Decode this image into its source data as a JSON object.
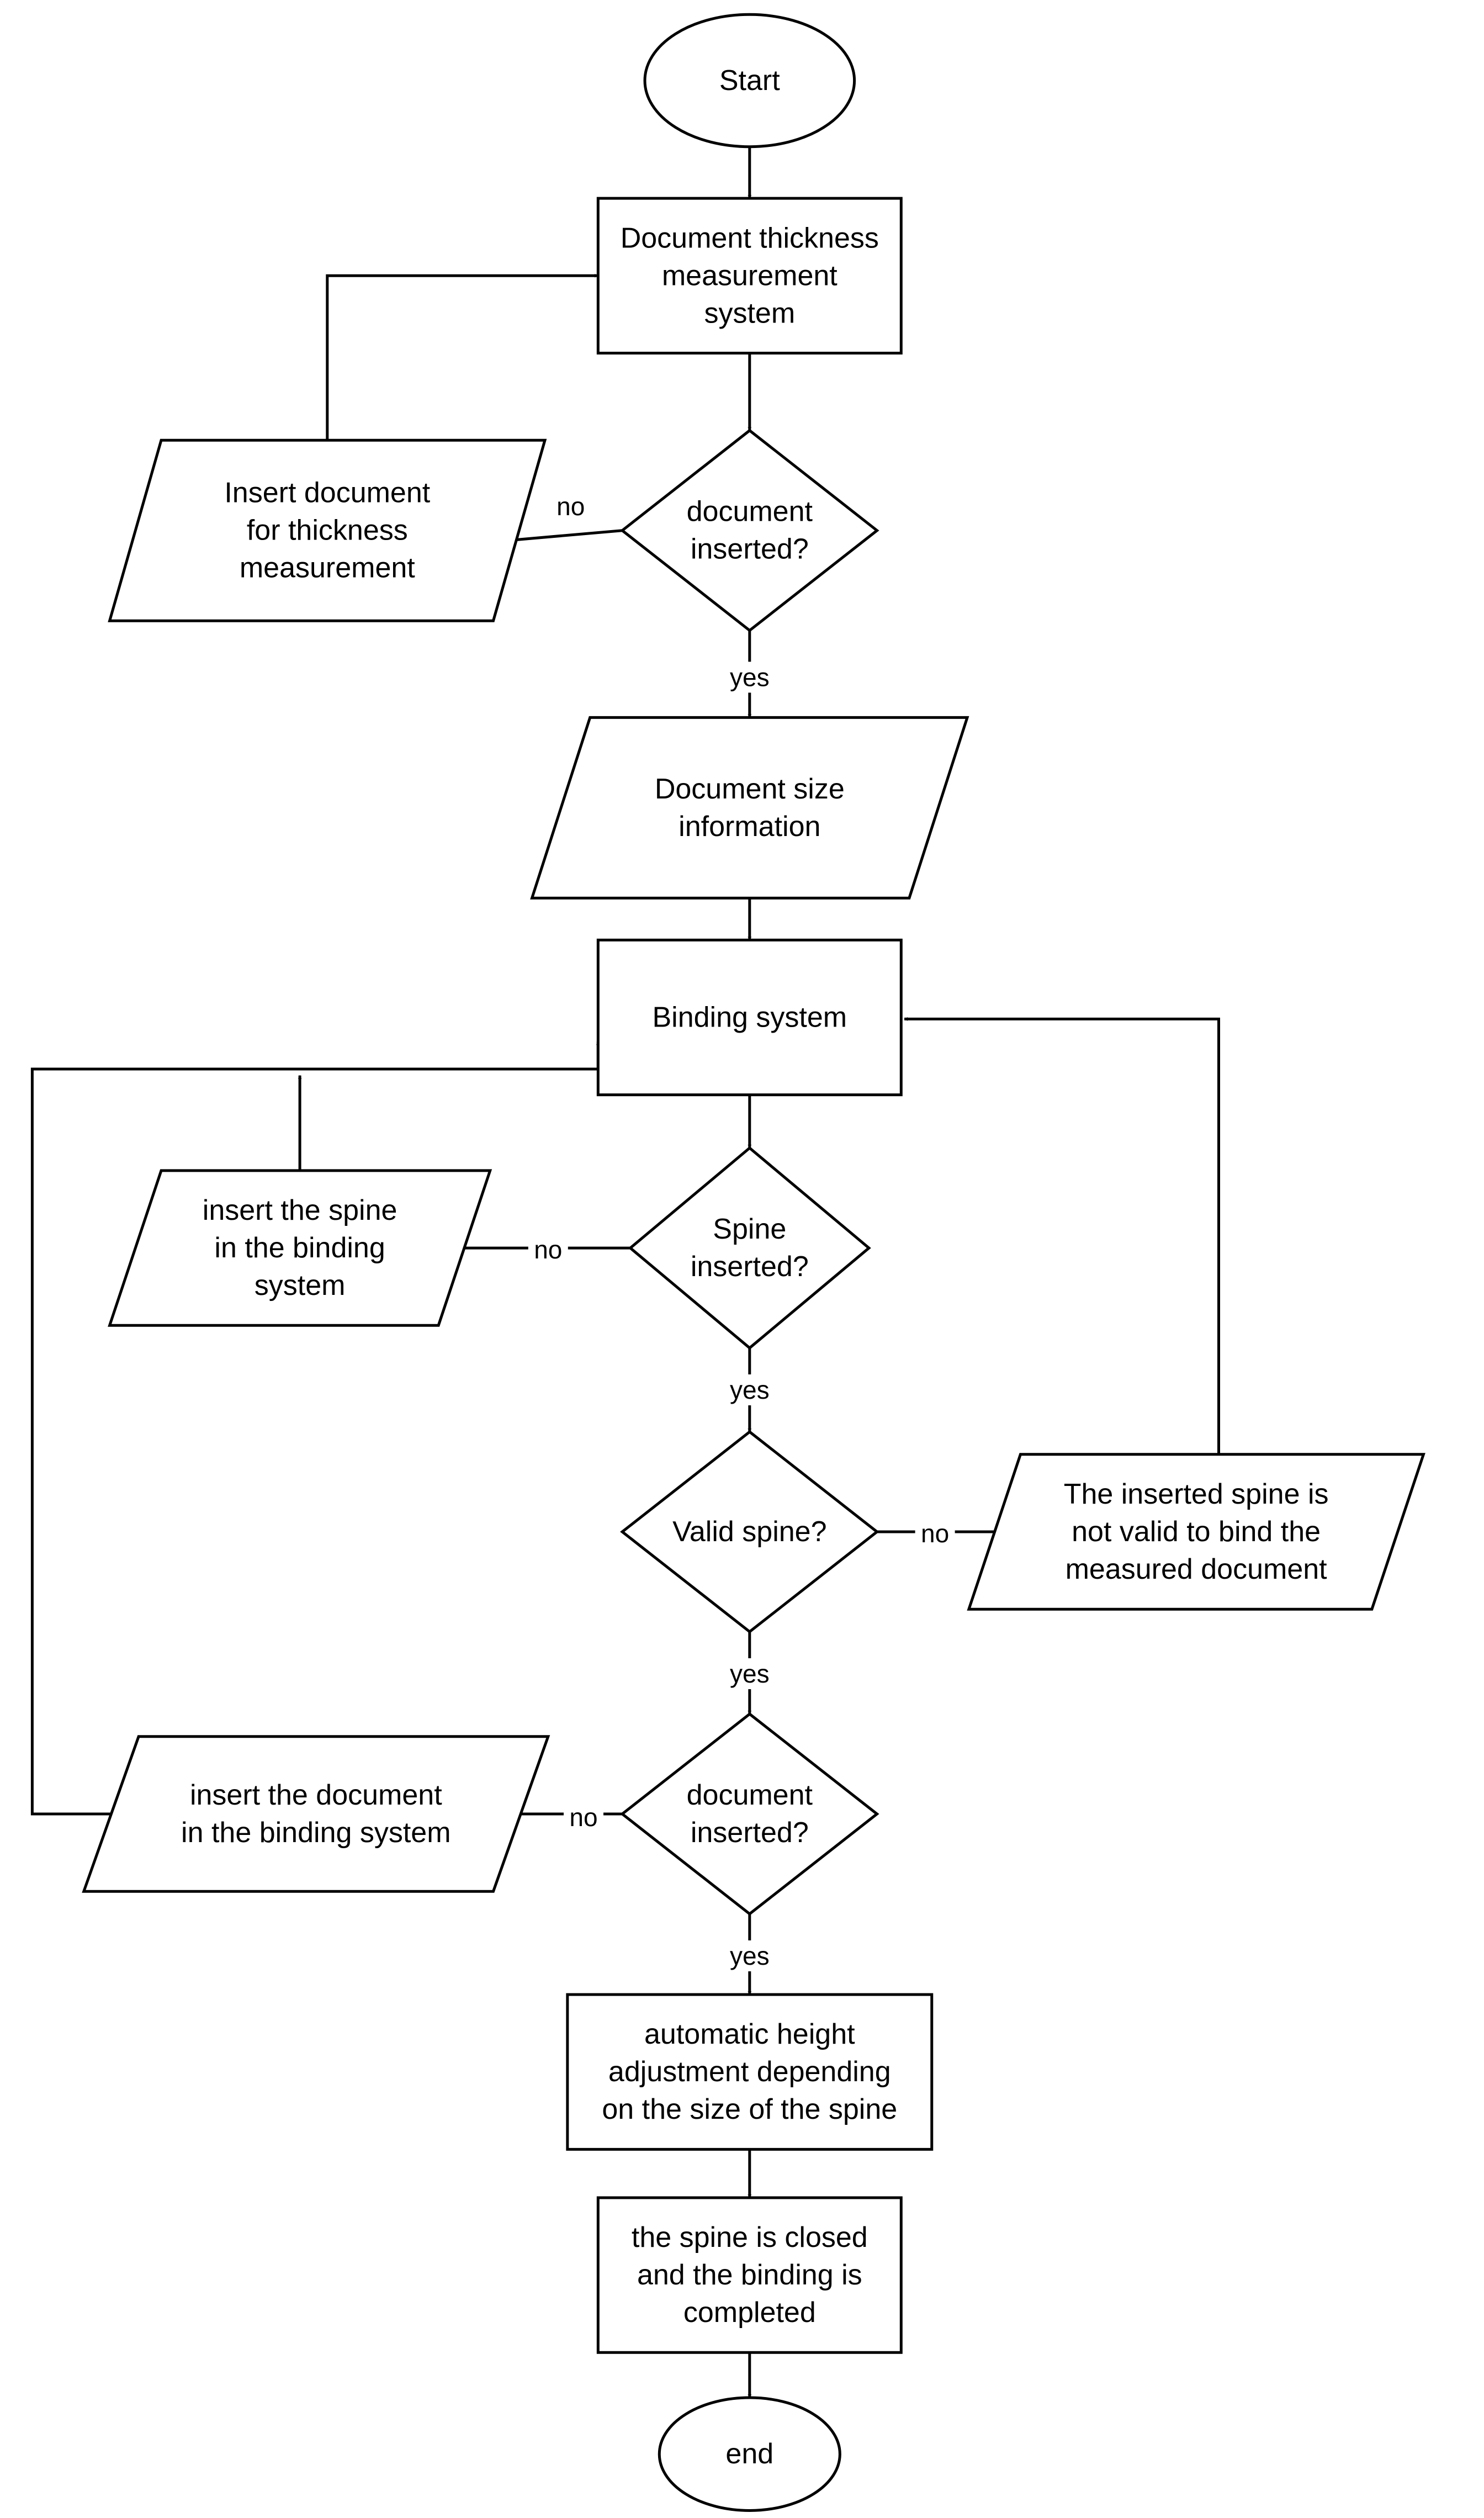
{
  "diagram": {
    "type": "flowchart",
    "colors": {
      "stroke": "#000000",
      "fill": "#ffffff",
      "text": "#000000"
    },
    "nodes": [
      {
        "id": "start",
        "shape": "ellipse",
        "lines": [
          "Start"
        ]
      },
      {
        "id": "thickness",
        "shape": "process",
        "lines": [
          "Document thickness",
          "measurement",
          "system"
        ]
      },
      {
        "id": "doc_inserted_1",
        "shape": "decision",
        "lines": [
          "document",
          "inserted?"
        ]
      },
      {
        "id": "insert_doc_thickness",
        "shape": "input-output",
        "lines": [
          "Insert document",
          "for thickness",
          "measurement"
        ]
      },
      {
        "id": "size_info",
        "shape": "input-output",
        "lines": [
          "Document size",
          "information"
        ]
      },
      {
        "id": "binding",
        "shape": "process",
        "lines": [
          "Binding system"
        ]
      },
      {
        "id": "spine_inserted",
        "shape": "decision",
        "lines": [
          "Spine",
          "inserted?"
        ]
      },
      {
        "id": "insert_spine",
        "shape": "input-output",
        "lines": [
          "insert the spine",
          "in the binding",
          "system"
        ]
      },
      {
        "id": "valid_spine",
        "shape": "decision",
        "lines": [
          "Valid spine?"
        ]
      },
      {
        "id": "not_valid",
        "shape": "input-output",
        "lines": [
          "The inserted spine is",
          "not valid to bind the",
          "measured document"
        ]
      },
      {
        "id": "doc_inserted_2",
        "shape": "decision",
        "lines": [
          "document",
          "inserted?"
        ]
      },
      {
        "id": "insert_doc_binding",
        "shape": "input-output",
        "lines": [
          "insert the document",
          "in the binding system"
        ]
      },
      {
        "id": "height_adjust",
        "shape": "process",
        "lines": [
          "automatic height",
          "adjustment depending",
          "on the size of the spine"
        ]
      },
      {
        "id": "spine_closed",
        "shape": "process",
        "lines": [
          "the spine is closed",
          "and the binding is",
          "completed"
        ]
      },
      {
        "id": "end",
        "shape": "ellipse",
        "lines": [
          "end"
        ]
      }
    ],
    "edges": [
      {
        "id": "start-thickness",
        "from": "start",
        "to": "thickness",
        "label": ""
      },
      {
        "id": "thickness-docins1",
        "from": "thickness",
        "to": "doc_inserted_1",
        "label": ""
      },
      {
        "id": "docins1-insertdoc",
        "from": "doc_inserted_1",
        "to": "insert_doc_thickness",
        "label": "no"
      },
      {
        "id": "insertdoc-thickness",
        "from": "insert_doc_thickness",
        "to": "thickness",
        "label": ""
      },
      {
        "id": "docins1-sizeinfo",
        "from": "doc_inserted_1",
        "to": "size_info",
        "label": "yes"
      },
      {
        "id": "sizeinfo-binding",
        "from": "size_info",
        "to": "binding",
        "label": ""
      },
      {
        "id": "binding-spineins",
        "from": "binding",
        "to": "spine_inserted",
        "label": ""
      },
      {
        "id": "spineins-insertspine",
        "from": "spine_inserted",
        "to": "insert_spine",
        "label": "no"
      },
      {
        "id": "insertspine-binding",
        "from": "insert_spine",
        "to": "binding",
        "label": ""
      },
      {
        "id": "spineins-valid",
        "from": "spine_inserted",
        "to": "valid_spine",
        "label": "yes"
      },
      {
        "id": "valid-notvalid",
        "from": "valid_spine",
        "to": "not_valid",
        "label": "no"
      },
      {
        "id": "notvalid-binding",
        "from": "not_valid",
        "to": "binding",
        "label": ""
      },
      {
        "id": "valid-docins2",
        "from": "valid_spine",
        "to": "doc_inserted_2",
        "label": "yes"
      },
      {
        "id": "docins2-insertdocbind",
        "from": "doc_inserted_2",
        "to": "insert_doc_binding",
        "label": "no"
      },
      {
        "id": "insertdocbind-binding",
        "from": "insert_doc_binding",
        "to": "binding",
        "label": ""
      },
      {
        "id": "docins2-height",
        "from": "doc_inserted_2",
        "to": "height_adjust",
        "label": "yes"
      },
      {
        "id": "height-closed",
        "from": "height_adjust",
        "to": "spine_closed",
        "label": ""
      },
      {
        "id": "closed-end",
        "from": "spine_closed",
        "to": "end",
        "label": ""
      }
    ]
  }
}
